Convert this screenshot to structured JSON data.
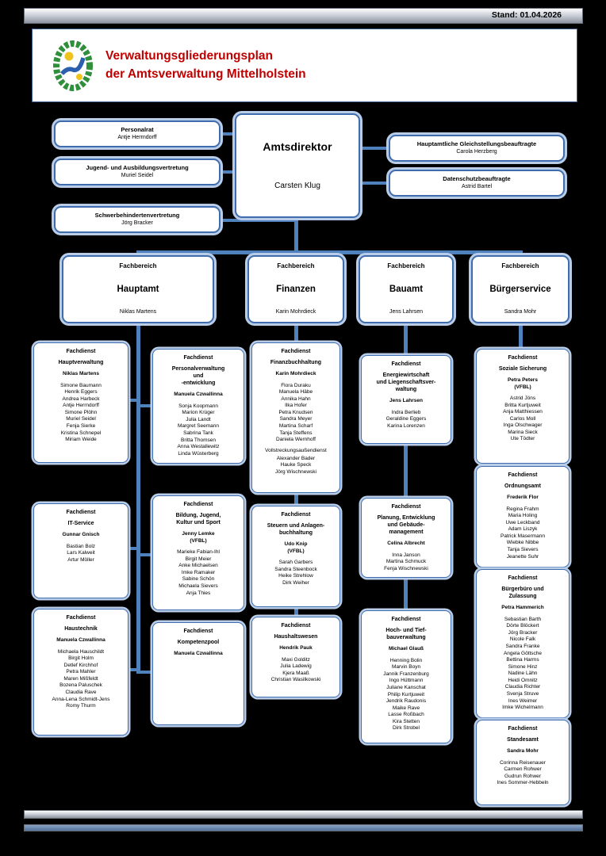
{
  "stand_date": "Stand: 01.04.2026",
  "header": {
    "title_line1": "Verwaltungsgliederungsplan",
    "title_line2": "der Amtsverwaltung Mittelholstein"
  },
  "director": {
    "title": "Amtsdirektor",
    "name": "Carsten Klug"
  },
  "staff_boxes_left": [
    {
      "title": "Personalrat",
      "name": "Antje Herrndorff"
    },
    {
      "title": "Jugend- und Ausbildungsvertretung",
      "name": "Muriel Seidel"
    },
    {
      "title": "Schwerbehindertenvertretung",
      "name": "Jörg Bracker"
    }
  ],
  "staff_boxes_right": [
    {
      "title": "Hauptamtliche Gleichstellungsbeauftragte",
      "name": "Carola Herzberg"
    },
    {
      "title": "Datenschutzbeauftragte",
      "name": "Astrid Bartel"
    }
  ],
  "fachbereiche": [
    {
      "label": "Fachbereich",
      "name": "Hauptamt",
      "head": "Niklas Martens"
    },
    {
      "label": "Fachbereich",
      "name": "Finanzen",
      "head": "Karin Mohrdieck"
    },
    {
      "label": "Fachbereich",
      "name": "Bauamt",
      "head": "Jens Lahrsen"
    },
    {
      "label": "Fachbereich",
      "name": "Bürgerservice",
      "head": "Sandra Mohr"
    }
  ],
  "colors": {
    "accent_blue": "#3f6cac",
    "halo_blue": "#b9cde8",
    "connector_blue": "#4f81bd",
    "title_red": "#c00000"
  },
  "columns": [
    {
      "id": "a",
      "boxes": [
        {
          "label": "Fachdienst",
          "name": "Hauptverwaltung",
          "head": "Niklas Martens",
          "staff": [
            "Simone Baumann",
            "Henrik Eggers",
            "Andrea Harbeck",
            "Antje Herrndorff",
            "Simone Plöhn",
            "Muriel Seidel",
            "Fenja Sierke",
            "Kristina Schnepel",
            "Miriam Weide"
          ]
        },
        {
          "label": "Fachdienst",
          "name": "IT-Service",
          "head": "Gunnar Gnisch",
          "staff": [
            "Bastian Bolz",
            "Lars Kalweit",
            "Artur Möller"
          ]
        },
        {
          "label": "Fachdienst",
          "name": "Haustechnik",
          "head": "Manuela Czwallinna",
          "staff": [
            "Michaela Hauschildt",
            "Birgit Holm",
            "Detlef Kirchhof",
            "Petra Mahler",
            "Maren Mißfeldt",
            "Bozena Paluschek",
            "Claudia Rave",
            "Anna-Lena Schmidt-Jens",
            "Romy Thurm"
          ]
        }
      ]
    },
    {
      "id": "b",
      "boxes": [
        {
          "label": "Fachdienst",
          "name": "Personalverwaltung\nund\n-entwicklung",
          "head": "Manuela Czwallinna",
          "staff": [
            "Sonja Koopmann",
            "Marion Krüger",
            "Julia Landt",
            "Margret Seemann",
            "Sabrina Tank",
            "Britta Thomsen",
            "Anna Westallewitz",
            "Linda Wüsterberg"
          ]
        },
        {
          "label": "Fachdienst",
          "name": "Bildung, Jugend,\nKultur und Sport",
          "head": "Jenny Lemke\n(VFBL)",
          "staff": [
            "Marieke Fabian-Ihl",
            "Birgit Meier",
            "Anke Michaelsen",
            "Imke Ramaker",
            "Sabine Schön",
            "Michaela Sievers",
            "Anja Thies"
          ]
        },
        {
          "label": "Fachdienst",
          "name": "Kompetenzpool",
          "head": "Manuela Czwallinna",
          "staff": []
        }
      ]
    },
    {
      "id": "c",
      "boxes": [
        {
          "label": "Fachdienst",
          "name": "Finanzbuchhaltung",
          "head": "Karin Mohrdieck",
          "staff": [
            "Flora Duraku",
            "Manuela Häbe",
            "Annika Hahn",
            "Ilka Hofer",
            "Petra Knudsen",
            "Sandra Meyer",
            "Martina Scharf",
            "Tanja Steffens",
            "Daniela Wernhoff"
          ],
          "section": {
            "title": "Vollstreckungsaußendienst",
            "staff": [
              "Alexander Bader",
              "Hauke Speck",
              "Jörg Wischnewski"
            ]
          }
        },
        {
          "label": "Fachdienst",
          "name": "Steuern und Anlagen-\nbuchhaltung",
          "head": "Udo Knip\n(VFBL)",
          "staff": [
            "Sarah Garbers",
            "Sandra Steenbock",
            "Heike Strehlow",
            "Dirk Weiher"
          ]
        },
        {
          "label": "Fachdienst",
          "name": "Haushaltswesen",
          "head": "Hendrik Pauk",
          "staff": [
            "Maxi Golditz",
            "Julia Ladewig",
            "Kjera Maaß",
            "Christian Wasilkowski"
          ]
        }
      ]
    },
    {
      "id": "d",
      "boxes": [
        {
          "label": "Fachdienst",
          "name": "Energiewirtschaft\nund Liegenschaftsver-\nwaltung",
          "head": "Jens Lahrsen",
          "staff": [
            "Indra Berlieb",
            "Geraldine Eggers",
            "Karina Lorenzen"
          ]
        },
        {
          "label": "Fachdienst",
          "name": "Planung, Entwicklung\nund Gebäude-\nmanagement",
          "head": "Celina Albrecht",
          "staff": [
            "Inna Janson",
            "Martina Schmuck",
            "Fenja Wischnewski"
          ]
        },
        {
          "label": "Fachdienst",
          "name": "Hoch- und Tief-\nbauverwaltung",
          "head": "Michael Glauß",
          "staff": [
            "Henning Bolin",
            "Marvin Boyn",
            "Jannik Franzenburg",
            "Ingo Hüttmann",
            "Juliane Kanschat",
            "Philip Kurtjuweit",
            "Jendrik Raudonis",
            "Maike Rave",
            "Lasse Roßbach",
            "Kira Stetten",
            "Dirk Strobel"
          ]
        }
      ]
    },
    {
      "id": "e",
      "boxes": [
        {
          "label": "Fachdienst",
          "name": "Soziale Sicherung",
          "head": "Petra Peters\n(VFBL)",
          "staff": [
            "Astrid Jöns",
            "Britta Kurtjuweit",
            "Anja Matthiessen",
            "Carlos Moll",
            "Inga Olschwager",
            "Marina Sieck",
            "Ute Tödter"
          ]
        },
        {
          "label": "Fachdienst",
          "name": "Ordnungsamt",
          "head": "Frederik Flor",
          "staff": [
            "Regina Frahm",
            "Maria Holing",
            "Uwe Leckband",
            "Adam Liszyk",
            "Patrick Masermann",
            "Wiebke Nibbe",
            "Tanja Sievers",
            "Jeanette Suhr"
          ]
        },
        {
          "label": "Fachdienst",
          "name": "Bürgerbüro und\nZulassung",
          "head": "Petra Hammerich",
          "staff": [
            "Sebastian Barth",
            "Dörte Blöckert",
            "Jörg Bracker",
            "Nicole Falk",
            "Sandra Franke",
            "Angela Göttsche",
            "Bettina Harms",
            "Simone Hinz",
            "Nadine Lähn",
            "Heidi Omnitz",
            "Claudia Richter",
            "Svenja Struve",
            "Ines Weimer",
            "Imke Wichelmann"
          ]
        },
        {
          "label": "Fachdienst",
          "name": "Standesamt",
          "head": "Sandra Mohr",
          "staff": [
            "Corinna Reisenauer",
            "Carmen Rohwer",
            "Gudrun Rohwer",
            "Ines Sommer-Hebbeln"
          ]
        }
      ]
    }
  ]
}
